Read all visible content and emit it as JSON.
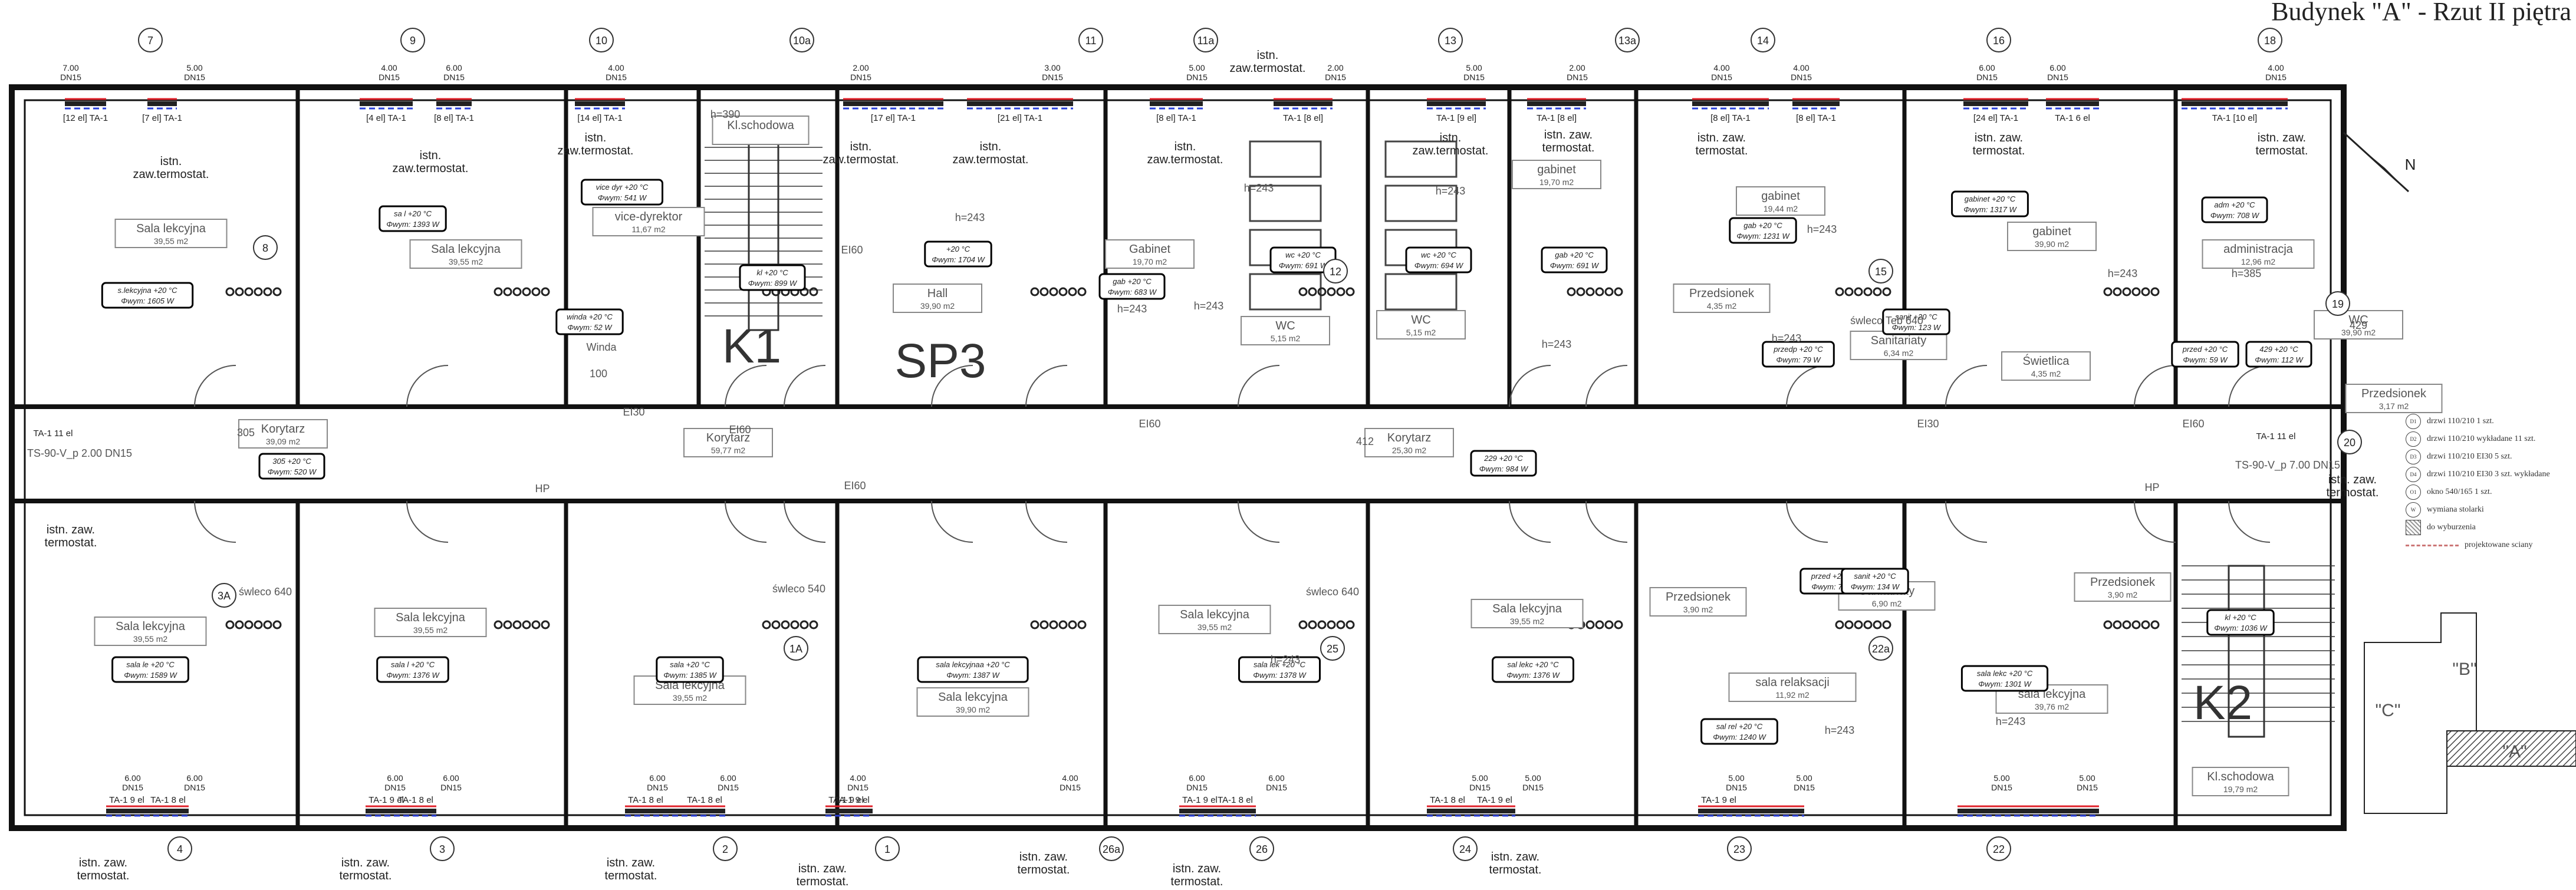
{
  "title": "Budynek \"A\" - Rzut II piętra",
  "big_labels": [
    "K1",
    "SP3",
    "K2"
  ],
  "rooms": [
    {
      "name": "Sala lekcyjna",
      "area": "39,55 m2"
    },
    {
      "name": "Sala lekcyjna",
      "area": "39,55 m2"
    },
    {
      "name": "vice-dyrektor",
      "area": "11,67 m2"
    },
    {
      "name": "Kl.schodowa",
      "area": ""
    },
    {
      "name": "Hall",
      "area": "39,90 m2"
    },
    {
      "name": "Gabinet",
      "area": "19,70 m2"
    },
    {
      "name": "WC",
      "area": "5,15 m2"
    },
    {
      "name": "WC",
      "area": "5,15 m2"
    },
    {
      "name": "gabinet",
      "area": "19,70 m2"
    },
    {
      "name": "gabinet",
      "area": "19,44 m2"
    },
    {
      "name": "gabinet",
      "area": "39,90 m2"
    },
    {
      "name": "administracja",
      "area": "12,96 m2"
    },
    {
      "name": "Korytarz",
      "area": "59,77 m2"
    },
    {
      "name": "Korytarz",
      "area": "25,30 m2"
    },
    {
      "name": "Przedsionek",
      "area": "4,35 m2"
    },
    {
      "name": "Sanitariaty",
      "area": "6,34 m2"
    },
    {
      "name": "Świetlica",
      "area": "4,35 m2"
    },
    {
      "name": "WC",
      "area": "39,90 m2"
    },
    {
      "name": "Przedsionek",
      "area": "3,17 m2"
    },
    {
      "name": "Sala lekcyjna",
      "area": "39,55 m2"
    },
    {
      "name": "Sala lekcyjna",
      "area": "39,55 m2"
    },
    {
      "name": "Sala lekcyjna",
      "area": "39,55 m2"
    },
    {
      "name": "Sala lekcyjna",
      "area": "39,90 m2"
    },
    {
      "name": "Sala lekcyjna",
      "area": "39,55 m2"
    },
    {
      "name": "Sala lekcyjna",
      "area": "39,55 m2"
    },
    {
      "name": "Przedsionek",
      "area": "3,90 m2"
    },
    {
      "name": "Sanitariaty",
      "area": "6,90 m2"
    },
    {
      "name": "sala relaksacji",
      "area": "11,92 m2"
    },
    {
      "name": "Przedsionek",
      "area": "3,90 m2"
    },
    {
      "name": "sala lekcyjna",
      "area": "39,76 m2"
    },
    {
      "name": "Kl.schodowa",
      "area": "19,79 m2"
    },
    {
      "name": "Korytarz",
      "area": "39,09 m2"
    }
  ],
  "heat_boxes": [
    "s.lekcyjna +20 °C\nΦwym: 1605 W",
    "sa l +20 °C\nΦwym: 1393 W",
    "vice dyr +20 °C\nΦwym: 541 W",
    "kl +20 °C\nΦwym: 899 W",
    "winda +20 °C\nΦwym: 52 W",
    "+20 °C\nΦwym: 1704 W",
    "gab +20 °C\nΦwym: 683 W",
    "wc +20 °C\nΦwym: 691 W",
    "wc +20 °C\nΦwym: 694 W",
    "gab +20 °C\nΦwym: 691 W",
    "gab +20 °C\nΦwym: 1231 W",
    "gabinet +20 °C\nΦwym: 1317 W",
    "adm +20 °C\nΦwym: 708 W",
    "305 +20 °C\nΦwym: 520 W",
    "229 +20 °C\nΦwym: 984 W",
    "przedp +20 °C\nΦwym: 79 W",
    "sanit +20 °C\nΦwym: 123 W",
    "przed +20 °C\nΦwym: 59 W",
    "429 +20 °C\nΦwym: 112 W",
    "sala le +20 °C\nΦwym: 1589 W",
    "sala l +20 °C\nΦwym: 1376 W",
    "sala +20 °C\nΦwym: 1385 W",
    "sala lekcyjnaa +20 °C\nΦwym: 1387 W",
    "sala lek +20 °C\nΦwym: 1378 W",
    "sal lekc +20 °C\nΦwym: 1376 W",
    "przed +20 °C\nΦwym: 70 W",
    "sanit +20 °C\nΦwym: 134 W",
    "sala lekc +20 °C\nΦwym: 1301 W",
    "sal rel +20 °C\nΦwym: 1240 W",
    "kl +20 °C\nΦwym: 1036 W"
  ],
  "top_room_numbers": [
    "7",
    "9",
    "10",
    "10a",
    "11",
    "11a",
    "13",
    "13a",
    "14",
    "16",
    "18"
  ],
  "bottom_room_numbers": [
    "4",
    "3",
    "2",
    "1",
    "26a",
    "26",
    "24",
    "23",
    "22"
  ],
  "side_room_numbers": [
    "8",
    "12",
    "15",
    "19",
    "20",
    "3A",
    "25",
    "22a",
    "1A"
  ],
  "radiator_labels": [
    "[12 el] TA-1",
    "[7 el] TA-1",
    "[4 el] TA-1",
    "[8 el] TA-1",
    "[14 el] TA-1",
    "[17 el] TA-1",
    "[21 el] TA-1",
    "[8 el] TA-1",
    "TA-1 [8 el]",
    "TA-1 [9 el]",
    "TA-1 [8 el]",
    "[8 el] TA-1",
    "[8 el] TA-1",
    "[24 el] TA-1",
    "TA-1 6 el",
    "TA-1 [10 el]",
    "TA-1 11 el",
    "TA-1 11 el",
    "TA-1 9 el",
    "TA-1 8 el",
    "TA-1 9 el",
    "TA-1 8 el",
    "TA-1 8 el",
    "TA-1 8 el",
    "TA-1 9 el",
    "TA-1 9 el",
    "TA-1 9 el",
    "TA-1 8 el",
    "TA-1 8 el",
    "TA-1 9 el",
    "TA-1 9 el"
  ],
  "dn_top": [
    "7.00 DN15",
    "5.00 DN15",
    "4.00 DN15",
    "6.00 DN15",
    "4.00 DN15",
    "2.00 DN15",
    "3.00 DN15",
    "5.00 DN15",
    "2.00 DN15",
    "5.00 DN15",
    "2.00 DN15",
    "4.00 DN15",
    "4.00 DN15",
    "6.00 DN15",
    "6.00 DN15",
    "4.00 DN15"
  ],
  "dn_bottom": [
    "6.00 DN15",
    "6.00 DN15",
    "6.00 DN15",
    "6.00 DN15",
    "6.00 DN15",
    "6.00 DN15",
    "4.00 DN15",
    "4.00 DN15",
    "6.00 DN15",
    "6.00 DN15",
    "5.00 DN15",
    "5.00 DN15",
    "5.00 DN15",
    "5.00 DN15",
    "5.00 DN15",
    "5.00 DN15"
  ],
  "thermostat_notes": [
    "istn. zaw.termostat.",
    "istn. zaw.termostat.",
    "istn. zaw.termostat.",
    "istn. zaw.termostat.",
    "istn. zaw.termostat.",
    "istn. zaw.termostat.",
    "istn. zaw.termostat.",
    "istn. zaw.termostat.",
    "istn. zaw. termostat.",
    "istn. zaw. termostat.",
    "istn. zaw. termostat.",
    "istn. zaw. termostat.",
    "istn. zaw. termostat.",
    "istn. zaw. termostat.",
    "istn. zaw. termostat.",
    "istn. zaw. termostat.",
    "istn. zaw. termostat.",
    "istn. zaw. termostat.",
    "istn. zaw. termostat.",
    "istn. zaw. termostat.",
    "istn. zaw. termostat."
  ],
  "misc_labels": [
    "h=390",
    "h=243",
    "h=243",
    "h=243",
    "h=243",
    "h=243",
    "h=243",
    "h=243",
    "h=243",
    "h=243",
    "h=243",
    "h=243",
    "h=243",
    "h=385",
    "Winda",
    "100",
    "EI60",
    "EI30",
    "EI60",
    "EI60",
    "EI60",
    "EI30",
    "EI60",
    "TS-90-V_p 2.00 DN15",
    "TS-90-V_p 7.00 DN15",
    "śwleco 640",
    "śwleco 540",
    "śwleco 640",
    "śwleco Teb 640",
    "305",
    "412",
    "429",
    "HP",
    "HP"
  ],
  "legend": [
    {
      "sym": "D1",
      "text": "drzwi 110/210 1 szt."
    },
    {
      "sym": "D2",
      "text": "drzwi 110/210 wykładane 11 szt."
    },
    {
      "sym": "D3",
      "text": "drzwi 110/210 EI30 5 szt."
    },
    {
      "sym": "D4",
      "text": "drzwi 110/210 EI30 3 szt. wykładane"
    },
    {
      "sym": "O1",
      "text": "okno 540/165 1 szt."
    },
    {
      "sym": "W",
      "text": "wymiana stolarki"
    },
    {
      "sym": "sq",
      "text": "do wyburzenia"
    },
    {
      "sym": "dash",
      "text": "projektowane sciany"
    }
  ],
  "key_plan": [
    "\"B\"",
    "\"C\"",
    "\"A\""
  ],
  "compass": "N",
  "colors": {
    "wall": "#111111",
    "supply": "#e0202a",
    "return": "#2a3fd8",
    "label": "#555555"
  }
}
